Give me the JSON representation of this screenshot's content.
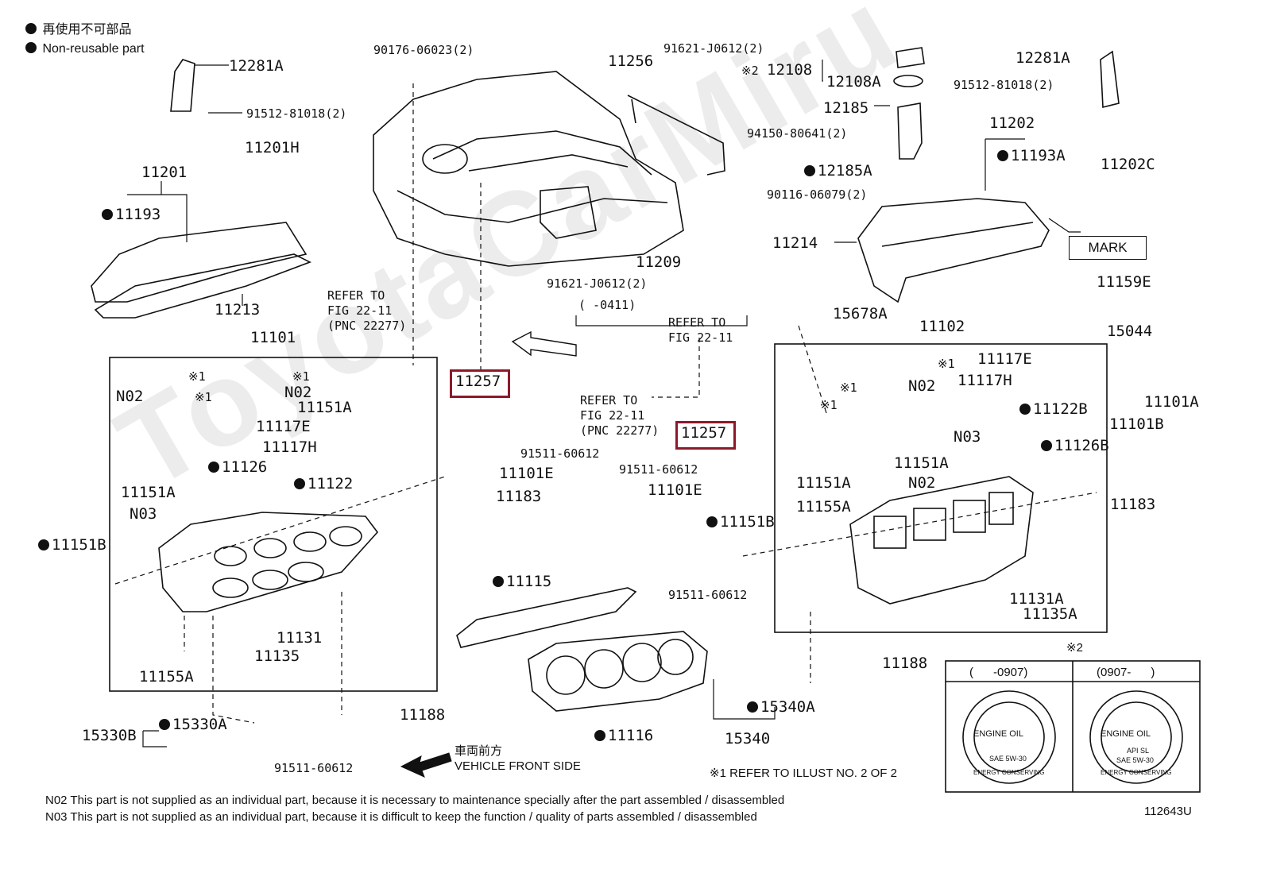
{
  "legend": {
    "jp": "再使用不可部品",
    "en": "Non-reusable part"
  },
  "watermark": "ToyotaCarMiru",
  "diagram_id": "112643U",
  "front": {
    "jp": "車両前方",
    "en": "VEHICLE FRONT SIDE"
  },
  "mark_label": "MARK",
  "footnote_x1": "※1  REFER TO ILLUST NO. 2 OF 2",
  "notes": {
    "n02": "N02  This part is not supplied as an individual part, because it is necessary to maintenance specially after the part assembled / disassembled",
    "n03": "N03  This part is not supplied as an individual part, because it is difficult to keep the function / quality of parts  assembled / disassembled"
  },
  "cap_table": {
    "marker": "※2",
    "left_header": "(      -0907)",
    "right_header": "(0907-      )",
    "cap_text": "ENGINE OIL",
    "cap_left_sub": "SAE 5W-30",
    "cap_right_sub1": "API SL",
    "cap_right_sub2": "SAE 5W-30",
    "cap_ring": "ENERGY CONSERVING"
  },
  "refs": {
    "ref_left": "REFER TO\nFIG 22-11\n(PNC 22277)",
    "ref_mid": "REFER TO\nFIG 22-11\n(PNC 22277)",
    "ref_right": "REFER TO\nFIG 22-11",
    "range_0411": "(     -0411)"
  },
  "highlight": {
    "color": "#8b1a2b",
    "part": "11257"
  },
  "labels": {
    "p12281A_l": "12281A",
    "p91512_l": "91512-81018(2)",
    "p11201H": "11201H",
    "p11201": "11201",
    "p11193_l": "11193",
    "p11213": "11213",
    "p90176": "90176-06023(2)",
    "p11209": "11209",
    "p91621_mid": "91621-J0612(2)",
    "p11256": "11256",
    "p91621_top": "91621-J0612(2)",
    "x2": "※2",
    "p12108": "12108",
    "p12108A": "12108A",
    "p12185": "12185",
    "p94150": "94150-80641(2)",
    "p12185A": "12185A",
    "p90116": "90116-06079(2)",
    "p11214": "11214",
    "p12281A_r": "12281A",
    "p91512_r": "91512-81018(2)",
    "p11202": "11202",
    "p11193A": "11193A",
    "p11202C": "11202C",
    "p11159E": "11159E",
    "p15044": "15044",
    "p15678A": "15678A",
    "p11101_l": "11101",
    "x1a": "※1",
    "x1b": "※1",
    "x1c": "※1",
    "n02_l": "N02",
    "n02_l2": "N02",
    "p11151A_1": "11151A",
    "p11117E_l": "11117E",
    "p11117H_l": "11117H",
    "p11126": "11126",
    "p11122": "11122",
    "p11151A_2": "11151A",
    "n03_l": "N03",
    "p11151B_l": "11151B",
    "p11131": "11131",
    "p11135": "11135",
    "p11155A_l": "11155A",
    "p91511_a": "91511-60612",
    "p11101E_l": "11101E",
    "p11183_l": "11183",
    "p11115": "11115",
    "p11116": "11116",
    "p15330B": "15330B",
    "p15330A": "15330A",
    "p91511_b": "91511-60612",
    "p11188_l": "11188",
    "p91511_c": "91511-60612",
    "p11101E_m": "11101E",
    "p11151B_r": "11151B",
    "p91511_d": "91511-60612",
    "p15340A": "15340A",
    "p15340": "15340",
    "p11102": "11102",
    "x1d": "※1",
    "x1e": "※1",
    "x1f": "※1",
    "n02_r": "N02",
    "p11117E_r": "11117E",
    "p11117H_r": "11117H",
    "p11122B": "11122B",
    "n03_r": "N03",
    "p11126B": "11126B",
    "p11151A_r1": "11151A",
    "p11151A_r2": "11151A",
    "n02_r2": "N02",
    "p11155A_r": "11155A",
    "p11131A": "11131A",
    "p11135A": "11135A",
    "p11188_r": "11188",
    "p11101A": "11101A",
    "p11101B": "11101B",
    "p11183_r": "11183"
  }
}
